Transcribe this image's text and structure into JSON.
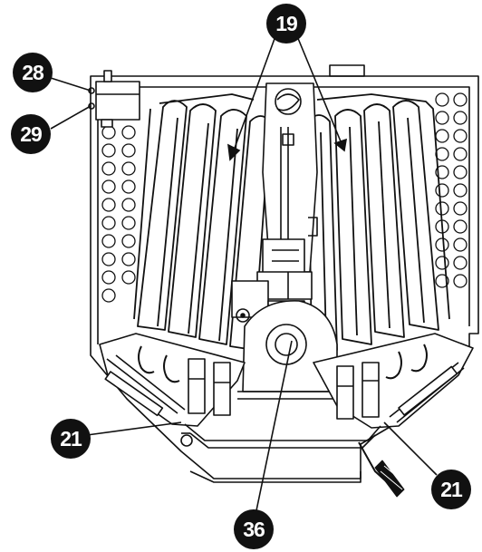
{
  "callouts": {
    "c19": "19",
    "c28": "28",
    "c29": "29",
    "c21_left": "21",
    "c21_right": "21",
    "c36": "36"
  },
  "colors": {
    "ink": "#111111",
    "paper": "#ffffff"
  }
}
